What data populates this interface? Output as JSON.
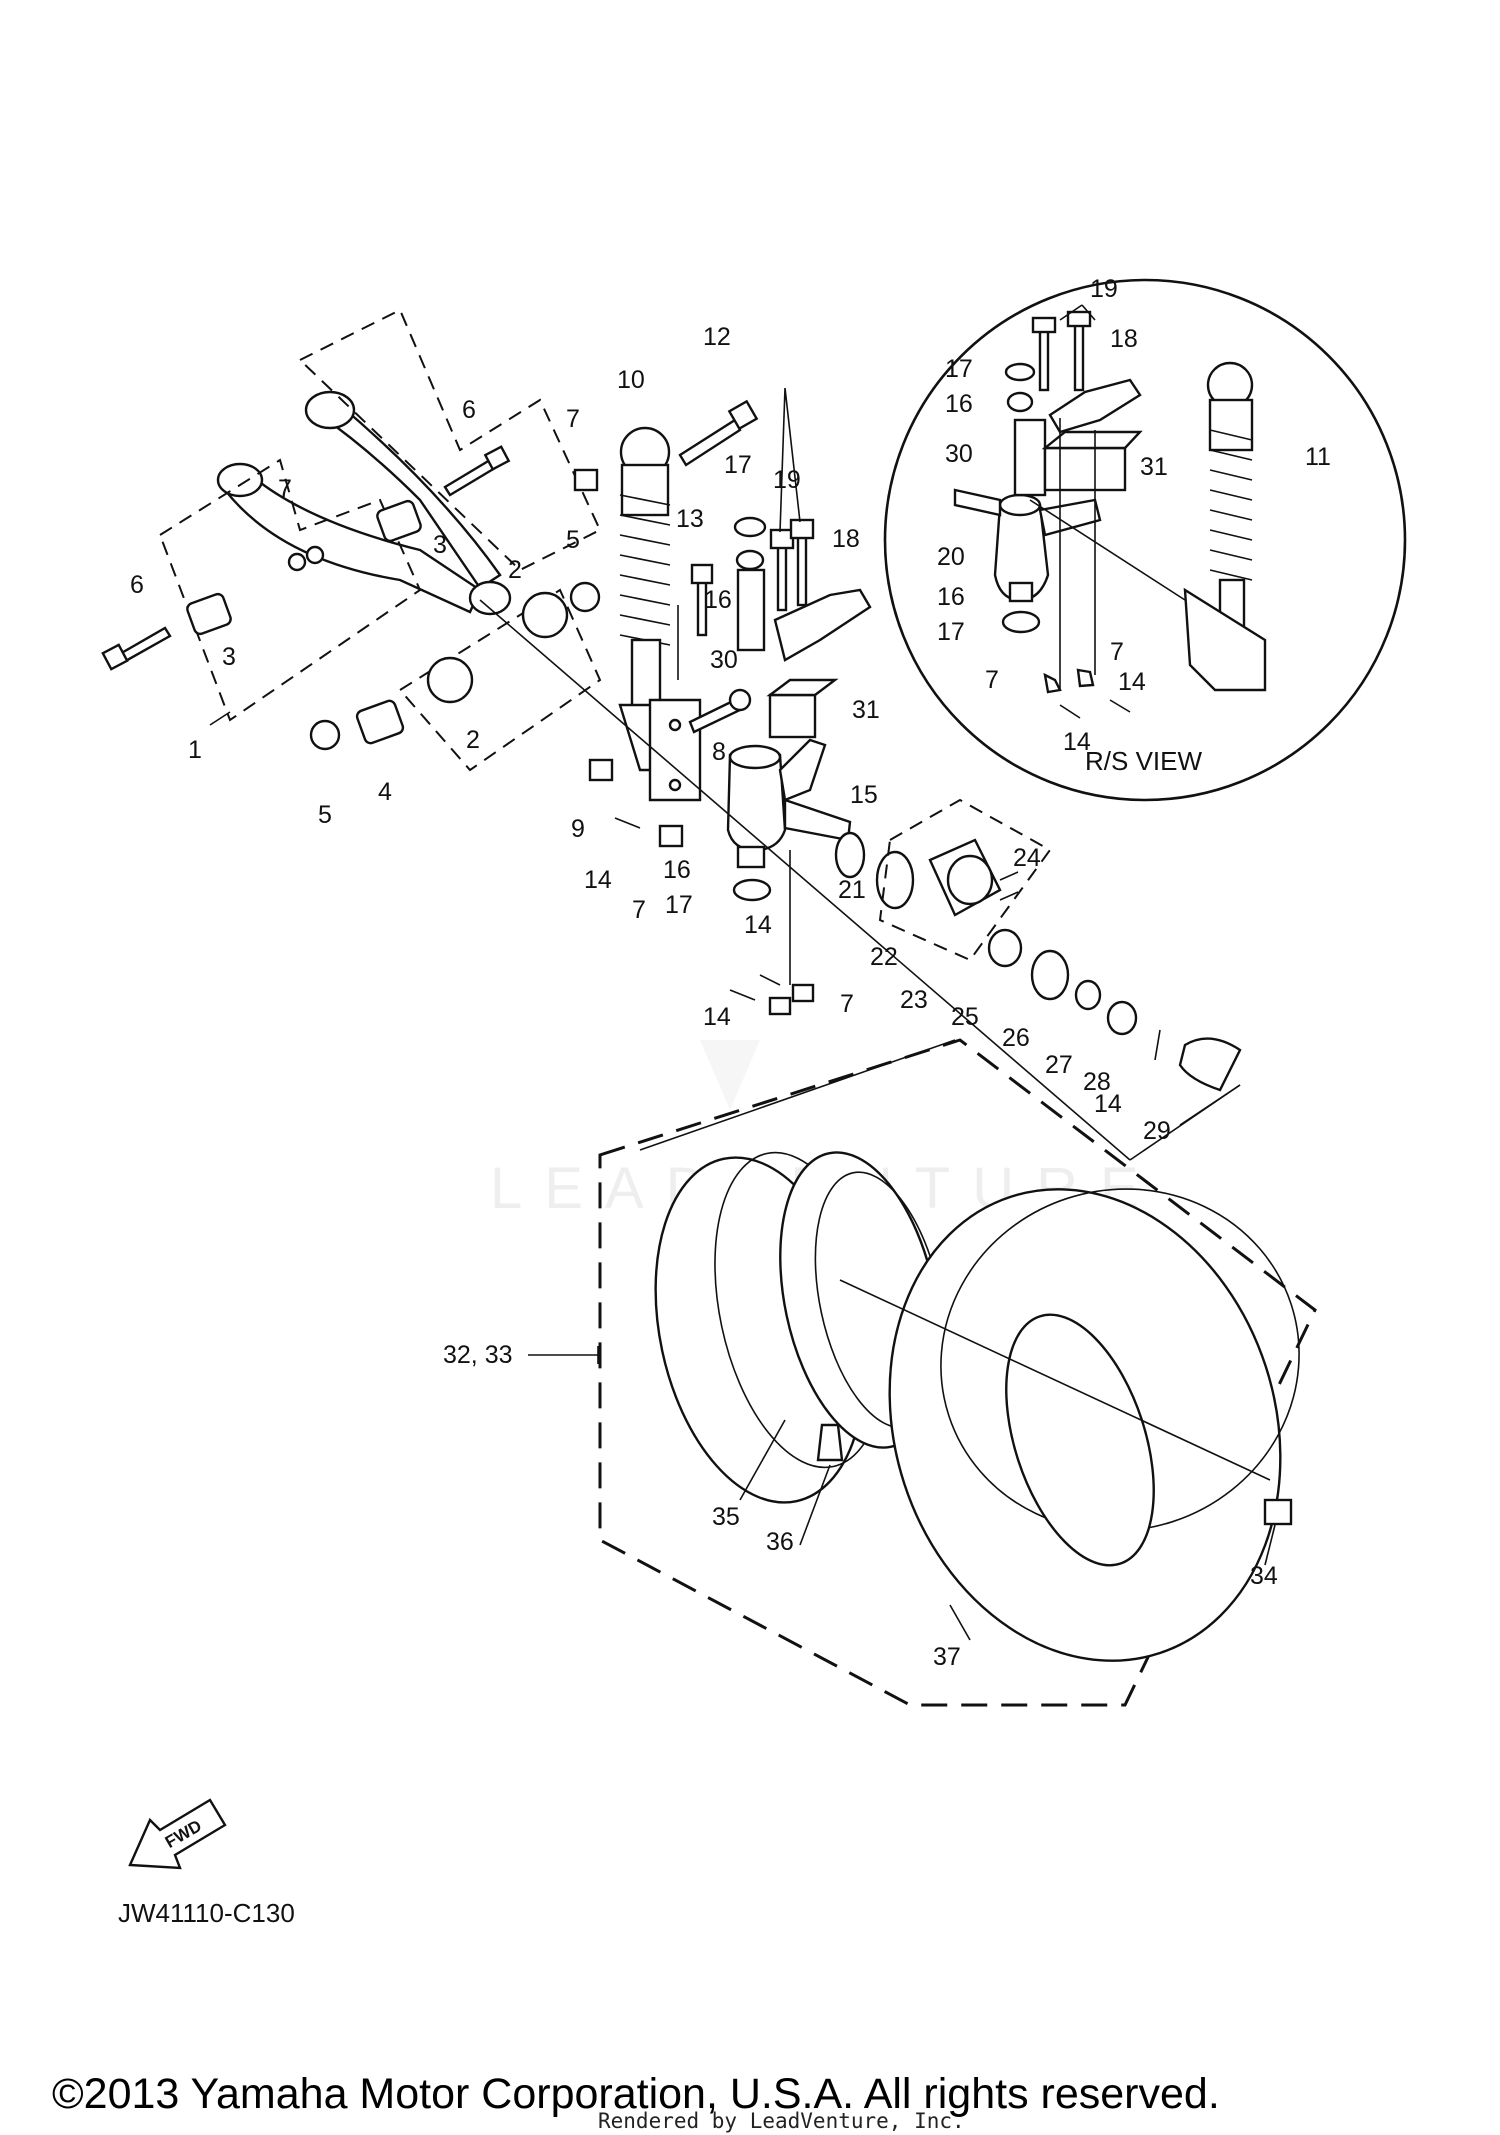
{
  "diagram": {
    "code": "JW41110-C130",
    "inset_label": "R/S VIEW",
    "fwd_label": "FWD",
    "watermark": "LEADVENTURE",
    "copyright": "©2013 Yamaha Motor Corporation, U.S.A. All rights reserved.",
    "rendered_by": "Rendered by LeadVenture, Inc."
  },
  "callouts": [
    {
      "id": "c1",
      "text": "1"
    },
    {
      "id": "c2a",
      "text": "2"
    },
    {
      "id": "c2b",
      "text": "2"
    },
    {
      "id": "c3a",
      "text": "3"
    },
    {
      "id": "c3b",
      "text": "3"
    },
    {
      "id": "c4",
      "text": "4"
    },
    {
      "id": "c5a",
      "text": "5"
    },
    {
      "id": "c5b",
      "text": "5"
    },
    {
      "id": "c6a",
      "text": "6"
    },
    {
      "id": "c6b",
      "text": "6"
    },
    {
      "id": "c7a",
      "text": "7"
    },
    {
      "id": "c7b",
      "text": "7"
    },
    {
      "id": "c7c",
      "text": "7"
    },
    {
      "id": "c7d",
      "text": "7"
    },
    {
      "id": "c8",
      "text": "8"
    },
    {
      "id": "c9",
      "text": "9"
    },
    {
      "id": "c10",
      "text": "10"
    },
    {
      "id": "c12",
      "text": "12"
    },
    {
      "id": "c13",
      "text": "13"
    },
    {
      "id": "c14a",
      "text": "14"
    },
    {
      "id": "c14b",
      "text": "14"
    },
    {
      "id": "c14c",
      "text": "14"
    },
    {
      "id": "c14d",
      "text": "14"
    },
    {
      "id": "c15",
      "text": "15"
    },
    {
      "id": "c16a",
      "text": "16"
    },
    {
      "id": "c16b",
      "text": "16"
    },
    {
      "id": "c17a",
      "text": "17"
    },
    {
      "id": "c17b",
      "text": "17"
    },
    {
      "id": "c18",
      "text": "18"
    },
    {
      "id": "c19",
      "text": "19"
    },
    {
      "id": "c21",
      "text": "21"
    },
    {
      "id": "c22",
      "text": "22"
    },
    {
      "id": "c23",
      "text": "23"
    },
    {
      "id": "c24",
      "text": "24"
    },
    {
      "id": "c25",
      "text": "25"
    },
    {
      "id": "c26",
      "text": "26"
    },
    {
      "id": "c27",
      "text": "27"
    },
    {
      "id": "c28",
      "text": "28"
    },
    {
      "id": "c29",
      "text": "29"
    },
    {
      "id": "c30",
      "text": "30"
    },
    {
      "id": "c31",
      "text": "31"
    },
    {
      "id": "c3233",
      "text": "32, 33"
    },
    {
      "id": "c34",
      "text": "34"
    },
    {
      "id": "c35",
      "text": "35"
    },
    {
      "id": "c36",
      "text": "36"
    },
    {
      "id": "c37",
      "text": "37"
    },
    {
      "id": "i19",
      "text": "19"
    },
    {
      "id": "i17a",
      "text": "17"
    },
    {
      "id": "i18",
      "text": "18"
    },
    {
      "id": "i16a",
      "text": "16"
    },
    {
      "id": "i30",
      "text": "30"
    },
    {
      "id": "i31",
      "text": "31"
    },
    {
      "id": "i11",
      "text": "11"
    },
    {
      "id": "i20",
      "text": "20"
    },
    {
      "id": "i16b",
      "text": "16"
    },
    {
      "id": "i17b",
      "text": "17"
    },
    {
      "id": "i7a",
      "text": "7"
    },
    {
      "id": "i7b",
      "text": "7"
    },
    {
      "id": "i14a",
      "text": "14"
    },
    {
      "id": "i14b",
      "text": "14"
    }
  ]
}
